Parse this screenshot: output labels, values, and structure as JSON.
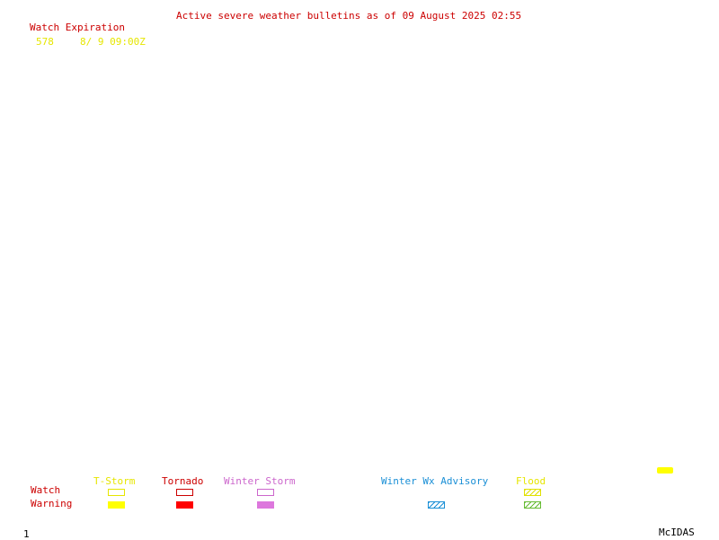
{
  "header": {
    "title": "Active severe weather bulletins as of 09 August 2025 02:55",
    "watch_expiration_label": "Watch Expiration",
    "watch_number": "578",
    "watch_expiry": "8/ 9 09:00Z"
  },
  "legend": {
    "categories": {
      "tstorm": "T-Storm",
      "tornado": "Tornado",
      "winter_storm": "Winter Storm",
      "winter_wx_advisory": "Winter Wx Advisory",
      "flood": "Flood"
    },
    "rows": {
      "watch": "Watch",
      "warning": "Warning"
    }
  },
  "footer": {
    "frame_number": "1",
    "software": "McIDAS"
  },
  "colors": {
    "title_red": "#cc0000",
    "tstorm": "#ffff00",
    "tornado": "#ff0000",
    "winter_storm": "#dd77dd",
    "winter_wx_advisory": "#1a8fd6",
    "flood_watch": "#e0e000",
    "flood_warning": "#66bb33",
    "watch_area": "#ffff00"
  }
}
